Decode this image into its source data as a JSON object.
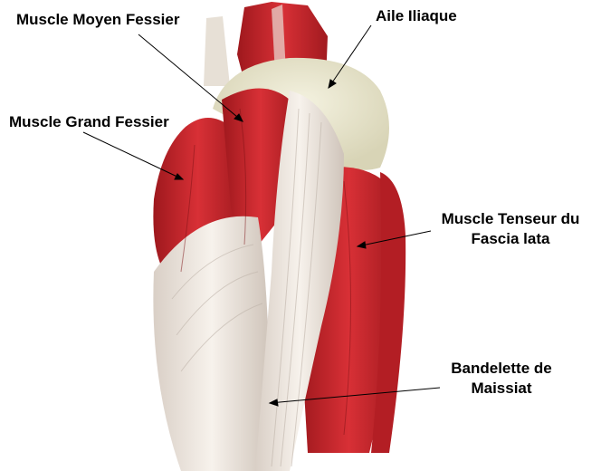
{
  "labels": {
    "moyen_fessier": "Muscle Moyen Fessier",
    "aile_iliaque": "Aile Iliaque",
    "grand_fessier": "Muscle Grand Fessier",
    "tenseur_line1": "Muscle Tenseur du",
    "tenseur_line2": "Fascia lata",
    "bandelette_line1": "Bandelette de",
    "bandelette_line2": "Maissiat"
  },
  "colors": {
    "muscle": "#c8242a",
    "muscle_dark": "#8e1418",
    "tendon": "#ece4dc",
    "bone": "#e9e6cf",
    "label_text": "#000000"
  }
}
